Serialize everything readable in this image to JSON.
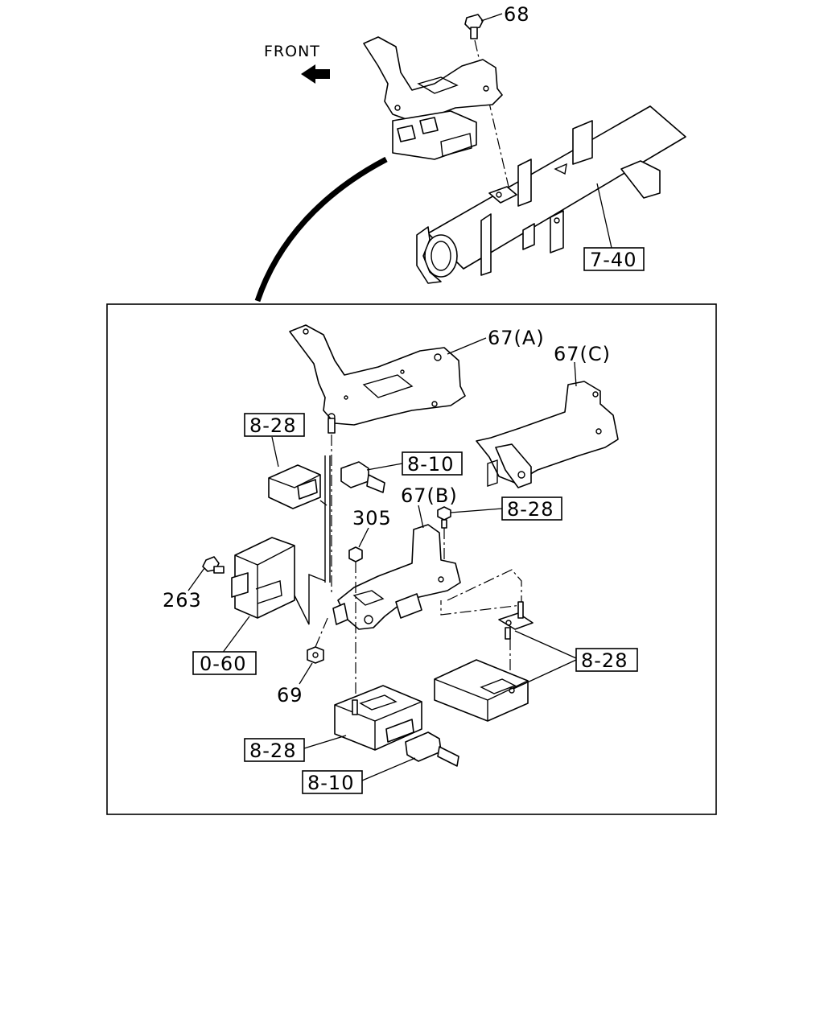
{
  "diagram": {
    "front_label": "FRONT",
    "callouts": {
      "bolt_top": "68",
      "crossmember_ref": "7-40",
      "bracket_a": "67(A)",
      "bracket_c": "67(C)",
      "bracket_b": "67(B)",
      "module_upper_left_ref": "8-28",
      "connector_upper_ref": "8-10",
      "nut_b_ref": "8-28",
      "nut_305": "305",
      "bolt_263": "263",
      "control_unit_ref": "0-60",
      "nut_69": "69",
      "module_right_ref": "8-28",
      "module_lower_ref": "8-28",
      "connector_lower_ref": "8-10"
    }
  }
}
